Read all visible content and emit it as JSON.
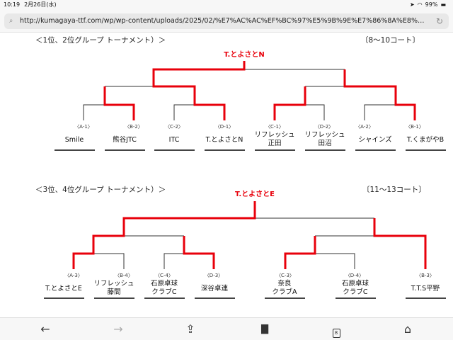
{
  "status": {
    "time": "10:19",
    "date": "2月26日(水)",
    "battery": "99%"
  },
  "browser": {
    "url": "http://kumagaya-ttf.com/wp/wp-content/uploads/2025/02/%E7%AC%AC%EF%BC%97%E5%9B%9E%E7%86%8A%E8%B0%B7%E...",
    "tab_count": "8"
  },
  "bracket1": {
    "title": "＜1位、2位グループ  トーナメント）＞",
    "courts": "〔8～10コート〕",
    "champion": "T.とよさとN",
    "leaves": [
      {
        "seed": "〈A-1〉",
        "name": "Smile"
      },
      {
        "seed": "〈B-2〉",
        "name": "熊谷JTC"
      },
      {
        "seed": "〈C-2〉",
        "name": "ITC"
      },
      {
        "seed": "〈D-1〉",
        "name": "T.とよさとN"
      },
      {
        "seed": "〈C-1〉",
        "name": "リフレッシュ\n正田"
      },
      {
        "seed": "〈D-2〉",
        "name": "リフレッシュ\n田沼"
      },
      {
        "seed": "〈A-2〉",
        "name": "シャインズ"
      },
      {
        "seed": "〈B-1〉",
        "name": "T.くまがやB"
      }
    ]
  },
  "bracket2": {
    "title": "＜3位、4位グループ  トーナメント）＞",
    "courts": "〔11～13コート〕",
    "champion": "T.とよさとE",
    "leaves": [
      {
        "seed": "〈A-3〉",
        "name": "T.とよさとE"
      },
      {
        "seed": "〈B-4〉",
        "name": "リフレッシュ\n藤間"
      },
      {
        "seed": "〈C-4〉",
        "name": "石原卓球\nクラブC"
      },
      {
        "seed": "〈D-3〉",
        "name": "深谷卓連"
      },
      {
        "seed": "〈C-3〉",
        "name": "奈良\nクラブA"
      },
      {
        "seed": "〈D-4〉",
        "name": "石原卓球\nクラブC"
      },
      {
        "seed": "〈B-3〉",
        "name": "T.T.S平野"
      }
    ]
  },
  "colors": {
    "winner": "#e8000b",
    "line": "#333333"
  }
}
